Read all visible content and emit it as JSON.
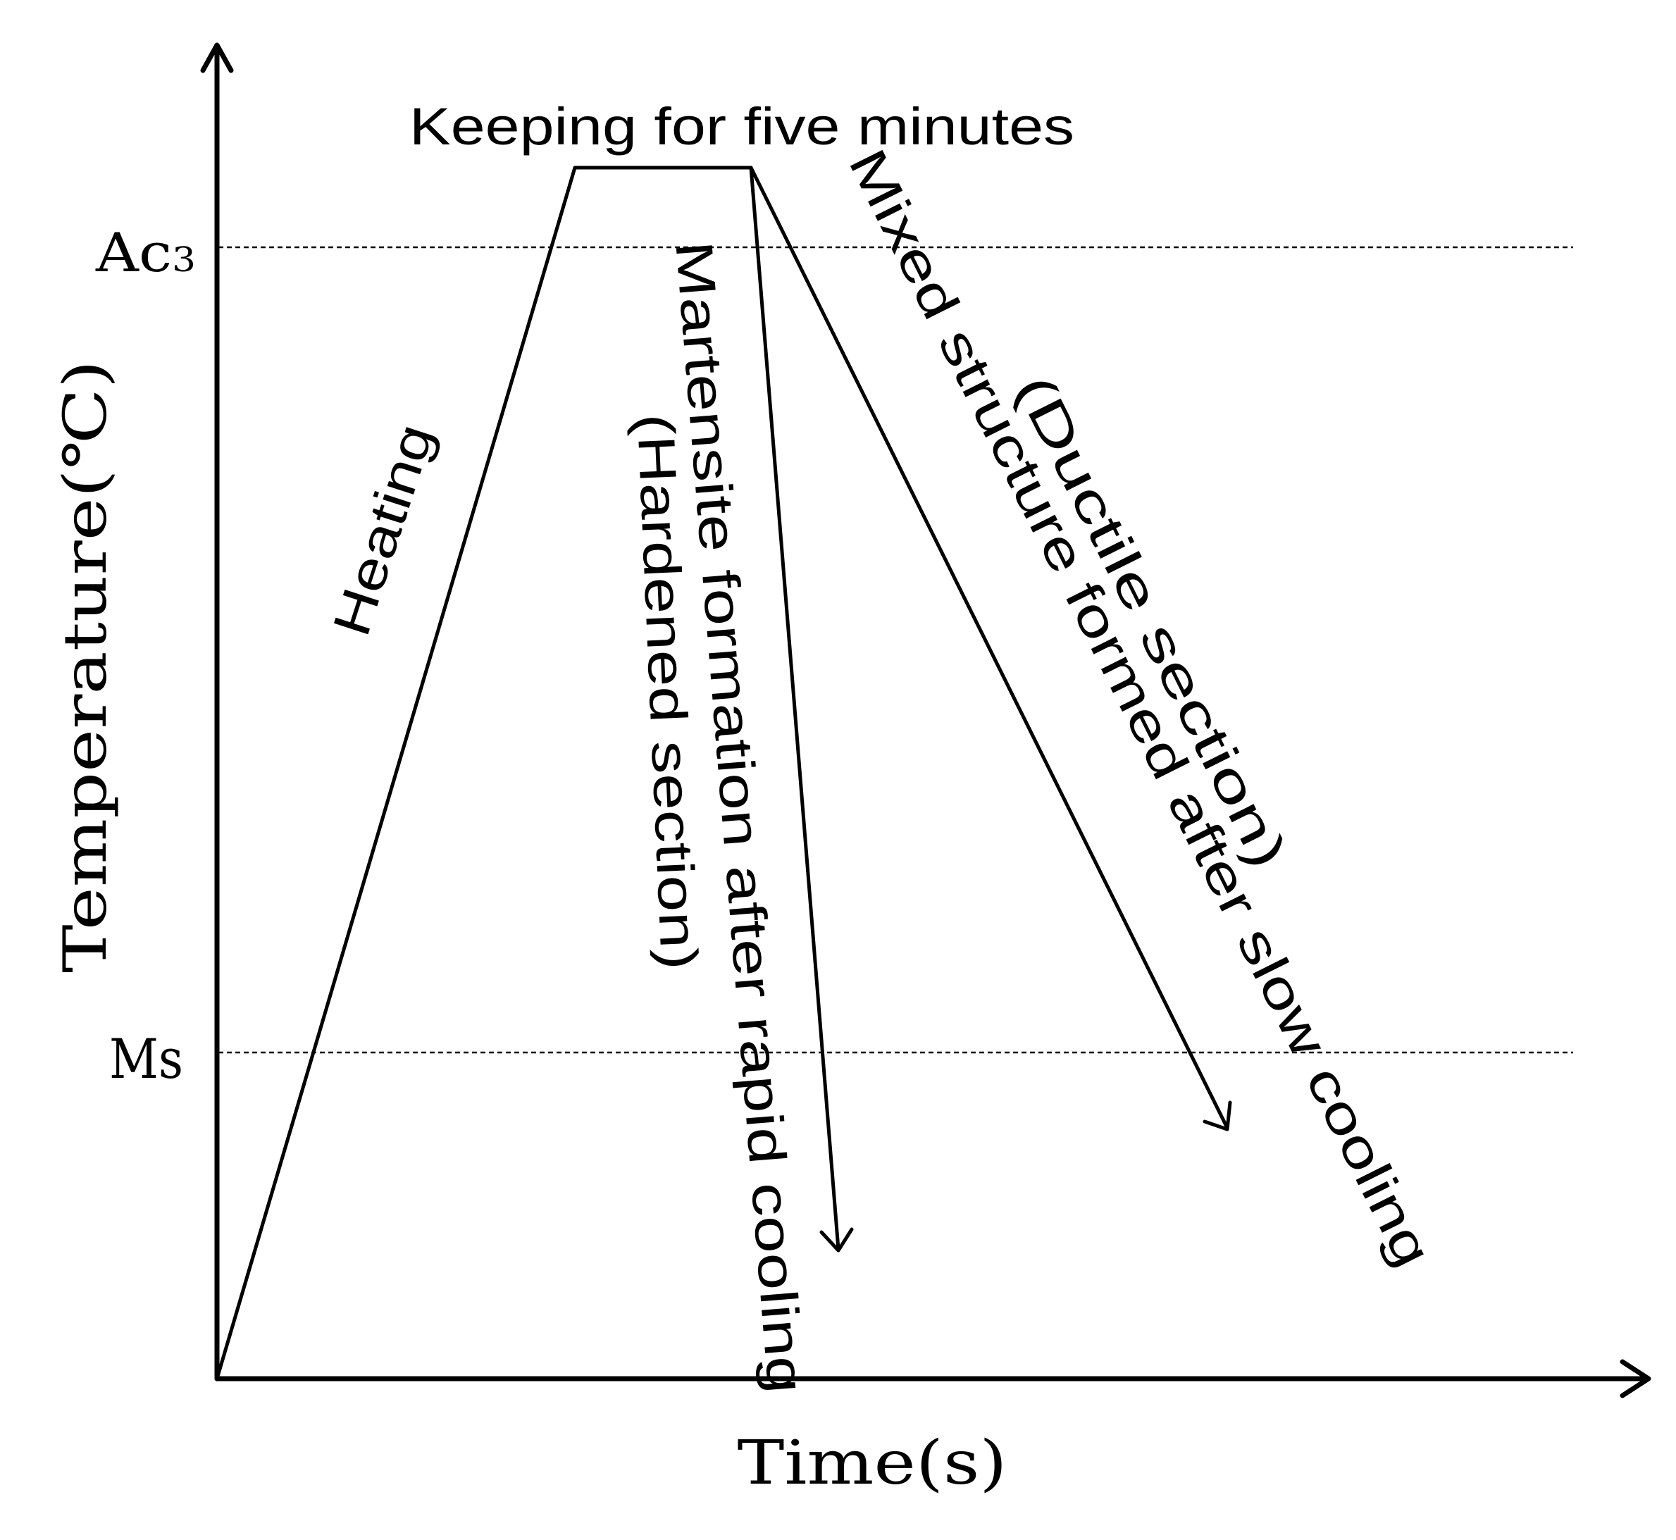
{
  "axes": {
    "y_label": "Temperature(℃)",
    "x_label": "Time(s)"
  },
  "levels": {
    "ac3_main": "Ac",
    "ac3_sub": "3",
    "ms": "Ms"
  },
  "annotations": {
    "hold": "Keeping for five minutes",
    "heating": "Heating",
    "rapid_cooling_line1": "Martensite formation after rapid cooling",
    "rapid_cooling_line2": "(Hardened section)",
    "slow_cooling_line1": "Mixed structure formed after slow cooling",
    "slow_cooling_line2": "(Ductile section)"
  },
  "colors": {
    "ink": "#000000",
    "background": "#ffffff"
  }
}
